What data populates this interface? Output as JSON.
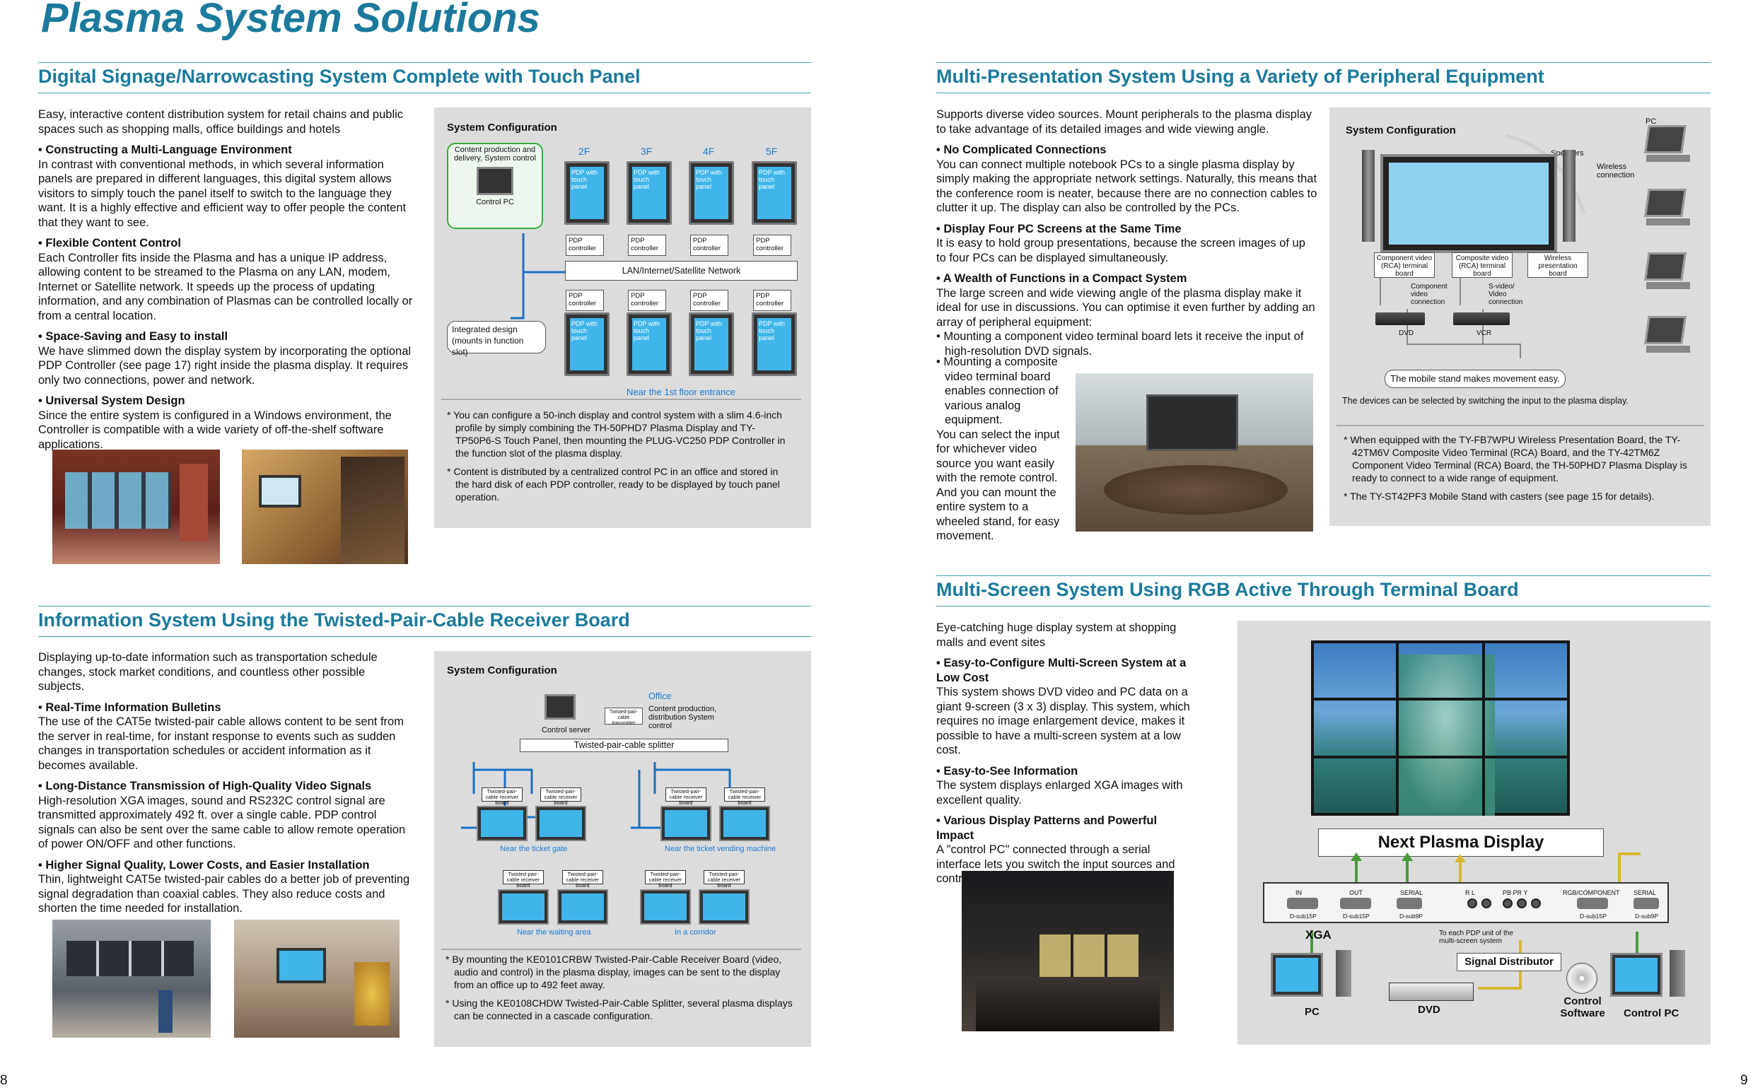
{
  "title": "Plasma System Solutions",
  "page_left": "8",
  "page_right": "9",
  "s1": {
    "heading": "Digital Signage/Narrowcasting System Complete with Touch Panel",
    "intro": "Easy, interactive content distribution system for retail chains and public spaces such as shopping malls, office buildings and hotels",
    "f1_h": "• Constructing a Multi-Language Environment",
    "f1_t": "In contrast with conventional methods, in which several information panels are prepared in different languages, this digital system allows visitors to simply touch the panel itself to switch to the language they want. It is a highly effective and efficient way to offer people the content that they want to see.",
    "f2_h": "• Flexible Content Control",
    "f2_t": "Each Controller fits inside the Plasma and has a unique IP address, allowing content to be streamed to the Plasma on any LAN, modem, Internet or Satellite network. It speeds up the process of updating information, and any combination of Plasmas can be controlled locally or from a central location.",
    "f3_h": "• Space-Saving and Easy to install",
    "f3_t": "We have slimmed down the display system by incorporating the optional PDP Controller (see page 17) right inside the plasma display. It requires only two connections, power and network.",
    "f4_h": "• Universal System Design",
    "f4_t": "Since the entire system is configured in a Windows environment, the Controller is compatible with a wide variety of off-the-shelf software applications.",
    "sys": "System Configuration",
    "content_box": "Content production and delivery, System control",
    "control_pc": "Control PC",
    "floors": [
      "2F",
      "3F",
      "4F",
      "5F"
    ],
    "panel_label": "PDP with touch panel",
    "ctrl_label": "PDP controller",
    "network": "LAN/Internet/Satellite Network",
    "integrated": "Integrated design (mounts in function slot)",
    "near": "Near the 1st floor entrance",
    "note1": "* You can configure a 50-inch display and control system with a slim 4.6-inch profile by simply combining the TH-50PHD7 Plasma Display and TY-TP50P6-S Touch Panel, then mounting the PLUG-VC250 PDP Controller in the function slot of the plasma display.",
    "note2": "* Content is distributed by a centralized control PC in an office and stored in the hard disk of each PDP controller, ready to be displayed by touch panel operation."
  },
  "s2": {
    "heading": "Information System Using the Twisted-Pair-Cable Receiver Board",
    "intro": "Displaying up-to-date information such as transportation schedule changes, stock market conditions, and countless other possible subjects.",
    "f1_h": "• Real-Time Information Bulletins",
    "f1_t": "The use of the CAT5e twisted-pair cable allows content to be sent from the server in real-time, for instant response to events such as sudden changes in transportation schedules or accident information as it becomes available.",
    "f2_h": "• Long-Distance Transmission of High-Quality Video Signals",
    "f2_t": "High-resolution XGA images, sound and RS232C control signal are transmitted approximately 492 ft. over a single cable. PDP control signals can also be sent over the same cable to allow remote operation of power ON/OFF and other functions.",
    "f3_h": "• Higher Signal Quality, Lower Costs, and Easier Installation",
    "f3_t": "Thin, lightweight CAT5e twisted-pair cables do a better job of preventing signal degradation than coaxial cables. They also reduce costs and shorten the time needed for installation.",
    "sys": "System Configuration",
    "office": "Office",
    "transmitter": "Twisted-pair-cable transmitter",
    "content": "Content production, distribution System control",
    "server": "Control server",
    "splitter": "Twisted-pair-cable splitter",
    "receiver": "Twisted-pair-cable receiver board",
    "gate": "Near the ticket gate",
    "vending": "Near the ticket vending machine",
    "waiting": "Near the waiting area",
    "corridor": "In a corridor",
    "note1": "* By mounting the KE0101CRBW Twisted-Pair-Cable Receiver Board (video, audio and control) in the plasma display, images can be sent to the display from an office up to 492 feet away.",
    "note2": "* Using the KE0108CHDW Twisted-Pair-Cable Splitter, several plasma displays can be connected in a cascade configuration."
  },
  "s3": {
    "heading": "Multi-Presentation System Using a Variety of Peripheral Equipment",
    "intro": "Supports diverse video sources. Mount peripherals to the plasma display to take advantage of its detailed images and wide viewing angle.",
    "f1_h": "• No Complicated Connections",
    "f1_t": "You can connect multiple notebook PCs to a single plasma display by simply making the appropriate network settings. Naturally, this means that the conference room is neater, because there are no connection cables to clutter it up. The display can also be controlled by the PCs.",
    "f2_h": "• Display Four PC Screens at the Same Time",
    "f2_t": "It is easy to hold group presentations, because the screen images of up to four PCs can be displayed simultaneously.",
    "f3_h": "• A Wealth of Functions in a Compact System",
    "f3_t": "The large screen and wide viewing angle of the plasma display make it ideal for use in discussions. You can optimise it even further by adding an array of peripheral equipment:",
    "b1": "• Mounting a component video terminal board lets it receive the input of high-resolution DVD signals.",
    "b2": "• Mounting a composite video terminal board enables connection of various analog equipment.",
    "tail": "You can select the input for whichever video source you want easily with the remote control. And you can mount the entire system to a wheeled stand, for easy movement.",
    "sys": "System Configuration",
    "pc": "PC",
    "speakers": "Speakers",
    "wireless": "Wireless connection",
    "comp_board": "Component video (RCA) terminal board",
    "composite_board": "Composite video (RCA) terminal board",
    "wpb": "Wireless presentation board",
    "comp_conn": "Component video connection",
    "svideo": "S-video/ Video connection",
    "dvd": "DVD",
    "vcr": "VCR",
    "stand": "The mobile stand makes movement easy.",
    "devices": "The devices can be selected by switching the input to the plasma display.",
    "note1": "* When equipped with the TY-FB7WPU Wireless Presentation Board, the TY-42TM6V Composite Video Terminal (RCA) Board, and the TY-42TM6Z Component Video Terminal (RCA) Board, the TH-50PHD7 Plasma Display is ready to connect to a wide range of equipment.",
    "note2": "* The TY-ST42PF3 Mobile Stand with casters (see page 15 for details)."
  },
  "s4": {
    "heading": "Multi-Screen System Using RGB Active Through Terminal Board",
    "intro": "Eye-catching huge display system at shopping malls and event sites",
    "f1_h": "• Easy-to-Configure Multi-Screen System at a Low Cost",
    "f1_t": "This system shows DVD video and PC data on a giant 9-screen (3 x 3) display. This system, which requires no image enlargement device, makes it possible to have a multi-screen system at a low cost.",
    "f2_h": "• Easy-to-See Information",
    "f2_t": "The system displays enlarged XGA images with excellent quality.",
    "f3_h": "• Various Display Patterns and Powerful Impact",
    "f3_t": "A \"control PC\" connected through a serial interface lets you switch the input sources and control various display patterns.",
    "next": "Next Plasma Display",
    "in": "IN",
    "out": "OUT",
    "serial": "SERIAL",
    "rgbc": "RGB/COMPONENT",
    "serial2": "SERIAL",
    "dsub15": "D-sub15P",
    "dsub9": "D-sub9P",
    "rl": "R    L",
    "pbpry": "PB   PR   Y",
    "xga": "XGA",
    "each": "To each PDP unit of the multi-screen system",
    "distributor": "Signal Distributor",
    "pc": "PC",
    "dvd": "DVD",
    "soft": "Control Software",
    "cpc": "Control PC"
  }
}
